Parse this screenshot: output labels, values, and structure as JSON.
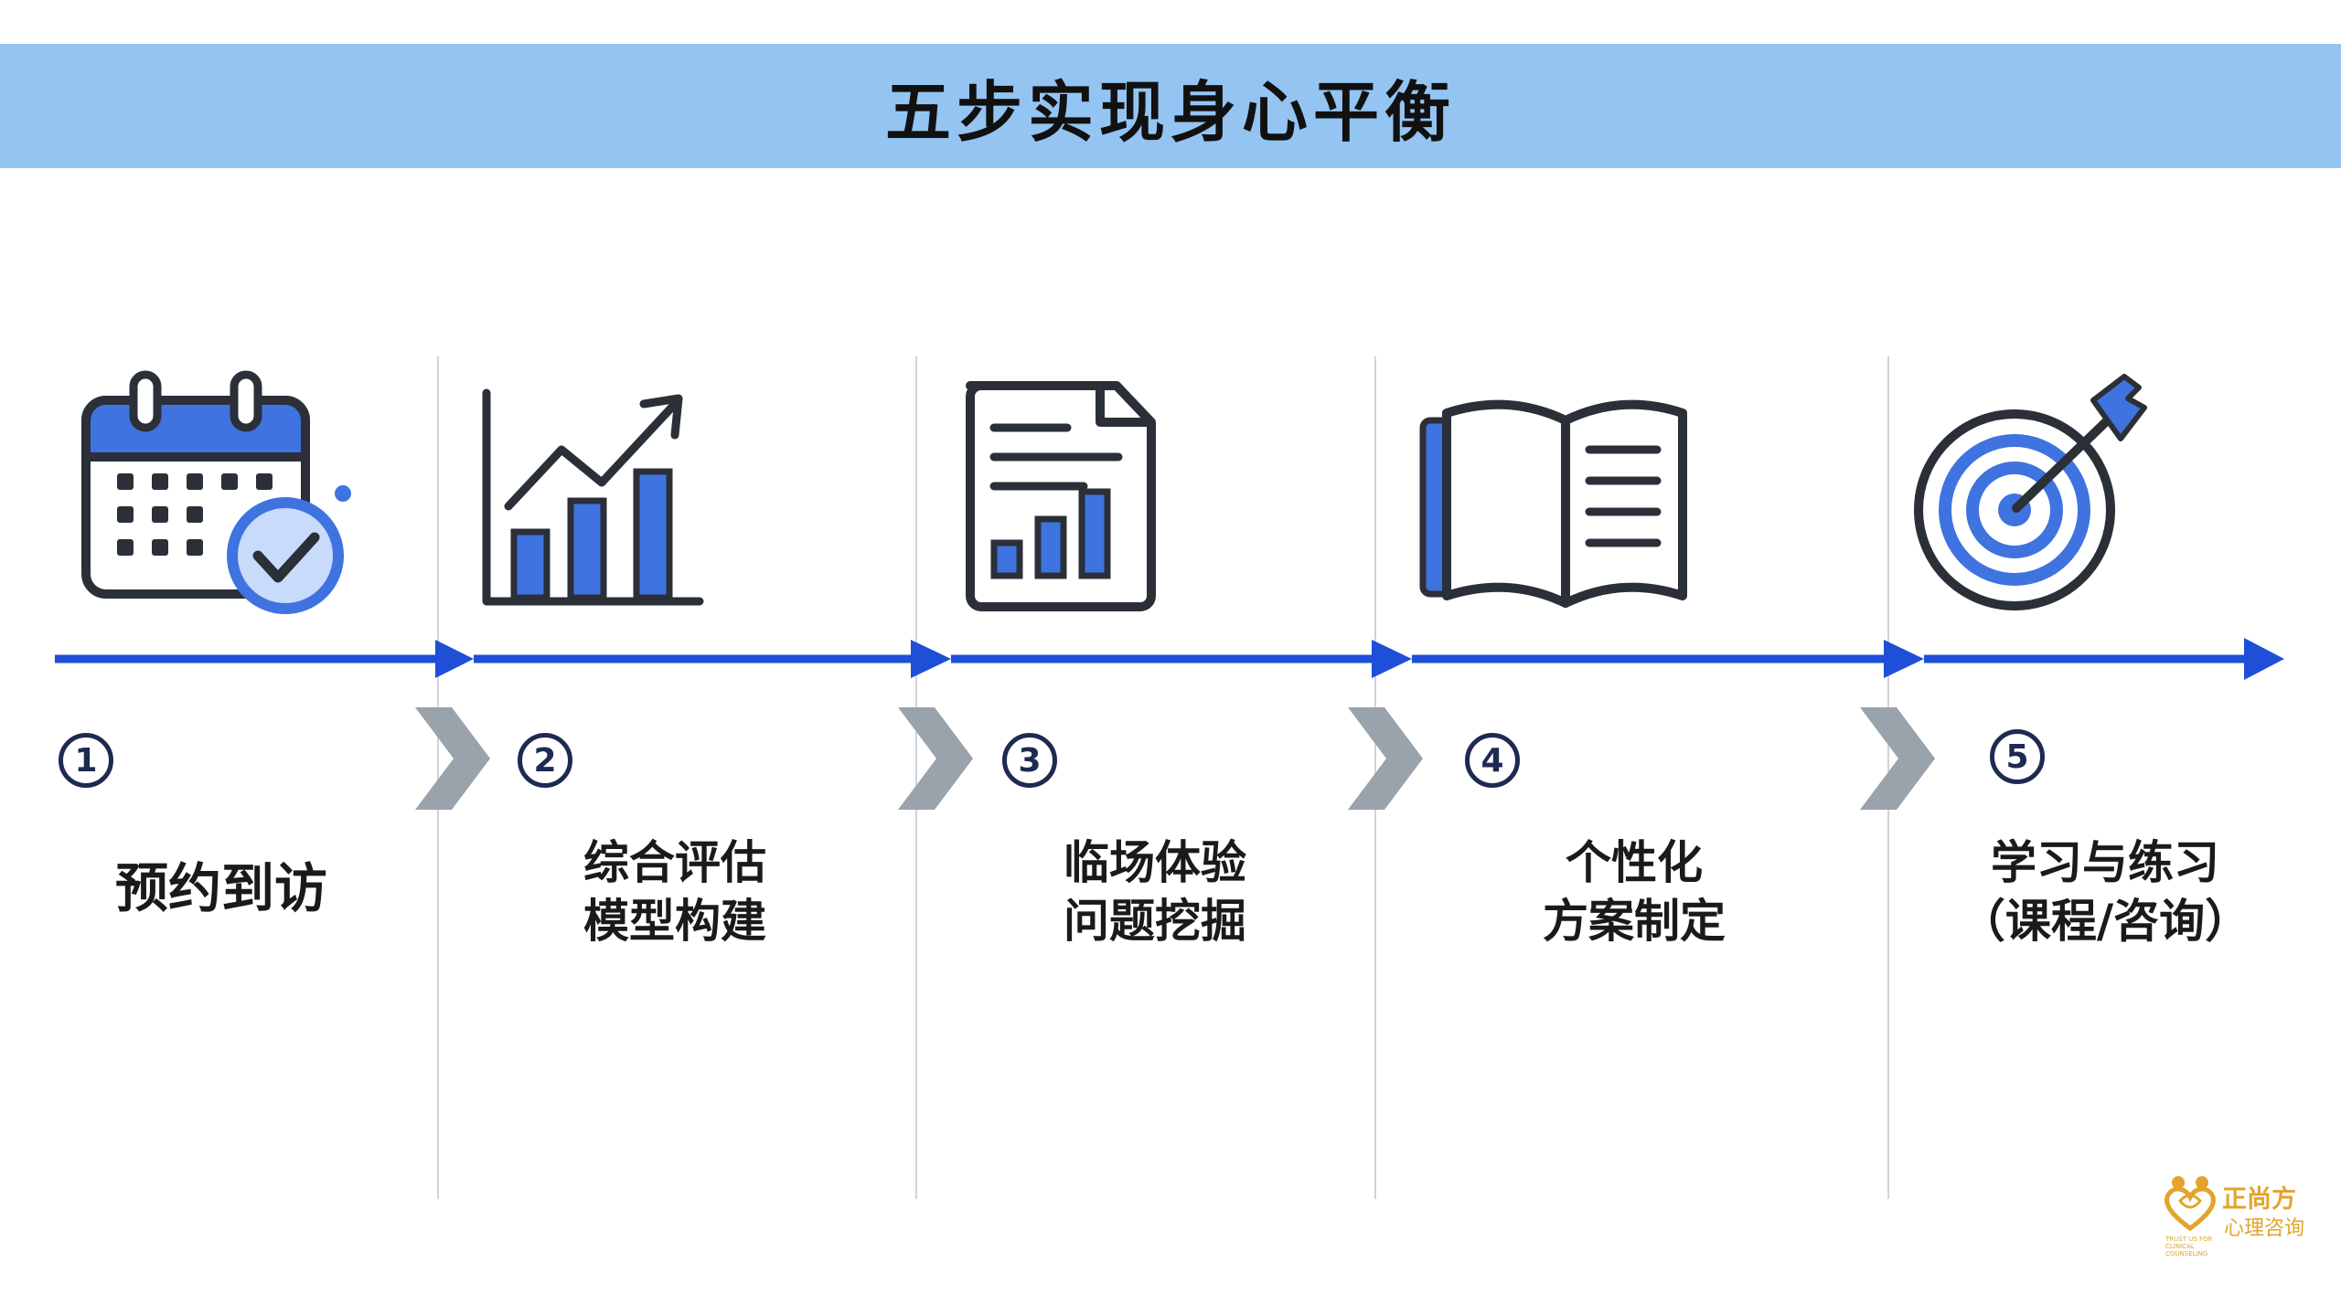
{
  "title": "五步实现身心平衡",
  "steps": [
    {
      "number": "1",
      "lines": [
        "预约到访"
      ],
      "icon": "calendar-check-icon"
    },
    {
      "number": "2",
      "lines": [
        "综合评估",
        "模型构建"
      ],
      "icon": "bar-chart-growth-icon"
    },
    {
      "number": "3",
      "lines": [
        "临场体验",
        "问题挖掘"
      ],
      "icon": "document-report-icon"
    },
    {
      "number": "4",
      "lines": [
        "个性化",
        "方案制定"
      ],
      "icon": "open-book-icon"
    },
    {
      "number": "5",
      "lines": [
        "学习与练习",
        "（课程/咨询）"
      ],
      "icon": "target-arrow-icon"
    }
  ],
  "logo": {
    "name": "正尚方",
    "subtitle": "心理咨询",
    "tagline": "TRUST US FOR CLINICAL COUNSELING"
  },
  "colors": {
    "banner": "#94c4f2",
    "accent_blue": "#1f4fd6",
    "icon_fill": "#3f73e0",
    "icon_stroke": "#2b3038",
    "number_ink": "#1d2a52",
    "chevron": "#9aa2ac",
    "logo": "#e2a42b"
  }
}
